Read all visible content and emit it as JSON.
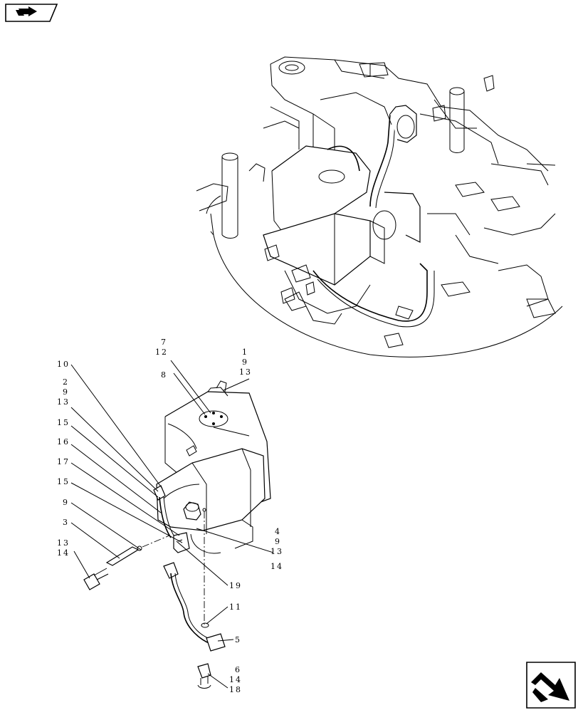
{
  "nav": {
    "top_left_icon": "back-arrow-icon",
    "bottom_right_icon": "forward-arrow-icon"
  },
  "callouts": [
    {
      "id": "c-10",
      "lines": [
        "10"
      ]
    },
    {
      "id": "c-2-9-13",
      "lines": [
        "2",
        "9",
        "13"
      ]
    },
    {
      "id": "c-15a",
      "lines": [
        "15"
      ]
    },
    {
      "id": "c-16",
      "lines": [
        "16"
      ]
    },
    {
      "id": "c-17",
      "lines": [
        "17"
      ]
    },
    {
      "id": "c-15b",
      "lines": [
        "15"
      ]
    },
    {
      "id": "c-9",
      "lines": [
        "9"
      ]
    },
    {
      "id": "c-3",
      "lines": [
        "3"
      ]
    },
    {
      "id": "c-13-14",
      "lines": [
        "13",
        "14"
      ]
    },
    {
      "id": "c-7-12",
      "lines": [
        "7",
        "12"
      ]
    },
    {
      "id": "c-8",
      "lines": [
        "8"
      ]
    },
    {
      "id": "c-1-9-13",
      "lines": [
        "1",
        "9",
        "13"
      ]
    },
    {
      "id": "c-4-9-13-14",
      "lines": [
        "4",
        "9",
        "13",
        "14"
      ]
    },
    {
      "id": "c-19",
      "lines": [
        "19"
      ]
    },
    {
      "id": "c-11",
      "lines": [
        "11"
      ]
    },
    {
      "id": "c-5",
      "lines": [
        "5"
      ]
    },
    {
      "id": "c-6-14-18",
      "lines": [
        "6",
        "14",
        "18"
      ]
    }
  ]
}
